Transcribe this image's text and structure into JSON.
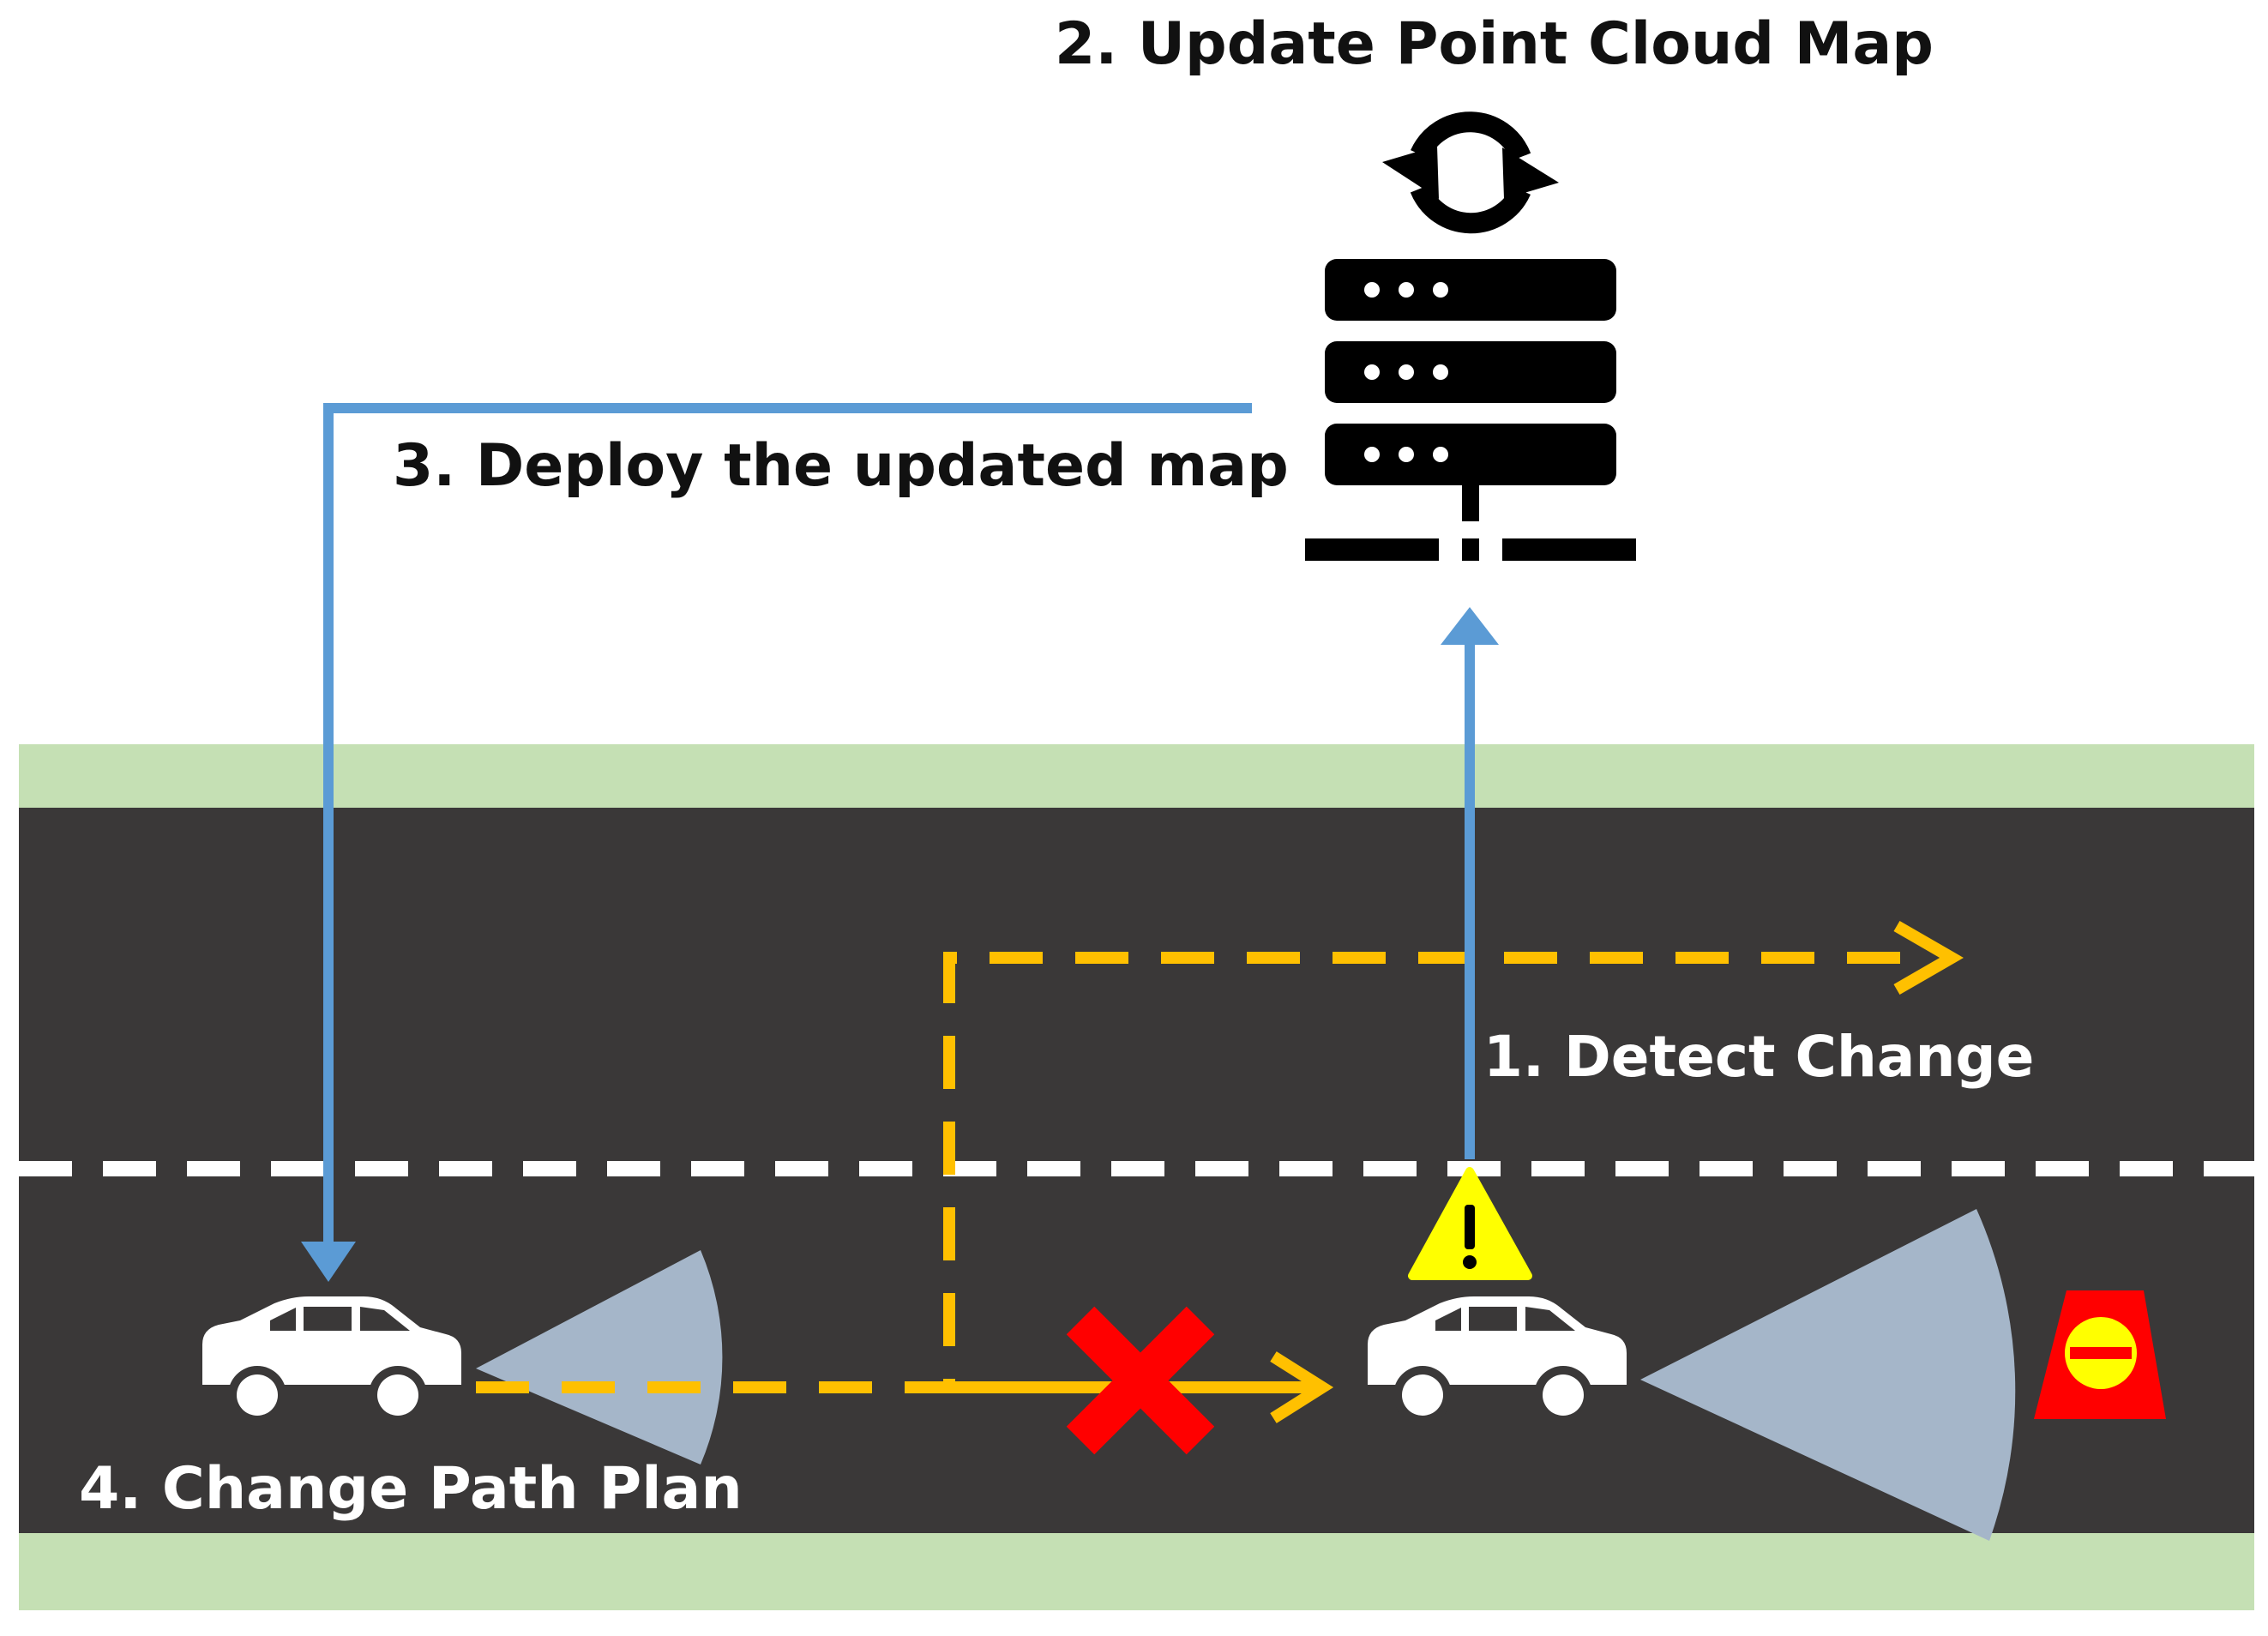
{
  "labels": {
    "step1": "1. Detect Change",
    "step2": "2. Update Point Cloud Map",
    "step3": "3. Deploy the updated map",
    "step4": "4. Change Path Plan"
  },
  "icons": {
    "server": "server-icon",
    "sync": "sync-icon",
    "car": "car-icon",
    "warning": "warning-icon",
    "cone": "traffic-cone-icon",
    "cross": "cross-icon"
  },
  "colors": {
    "grass": "#c5e0b4",
    "road": "#3a3838",
    "lane_marking": "#ffffff",
    "data_flow": "#5b9bd5",
    "path": "#ffc000",
    "sensor": "#a5b6c9",
    "warning": "#ffff00",
    "block": "#ff0000",
    "cone_base": "#ff0000",
    "cone_sign": "#ffff00"
  }
}
